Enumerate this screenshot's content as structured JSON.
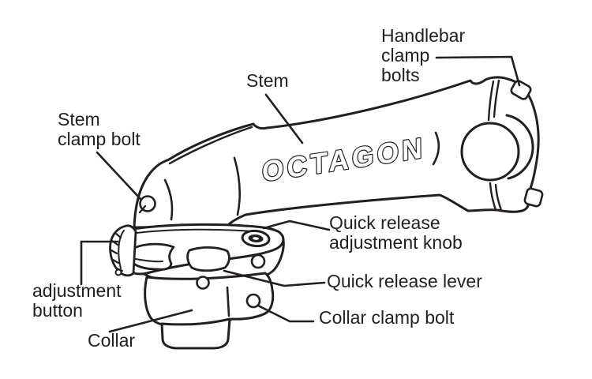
{
  "diagram": {
    "title_context": "Bicycle adjustable stem parts diagram",
    "brand": "OCTAGON",
    "labels": {
      "handlebar_clamp_bolts": "Handlebar\nclamp\nbolts",
      "stem": "Stem",
      "stem_clamp_bolt": "Stem\nclamp bolt",
      "quick_release_adjustment_knob": "Quick release\nadjustment knob",
      "quick_release_lever": "Quick release lever",
      "adjustment_button": "adjustment\nbutton",
      "collar": "Collar",
      "collar_clamp_bolt": "Collar clamp bolt"
    },
    "colors": {
      "ink": "#231f20",
      "background": "#ffffff"
    }
  }
}
